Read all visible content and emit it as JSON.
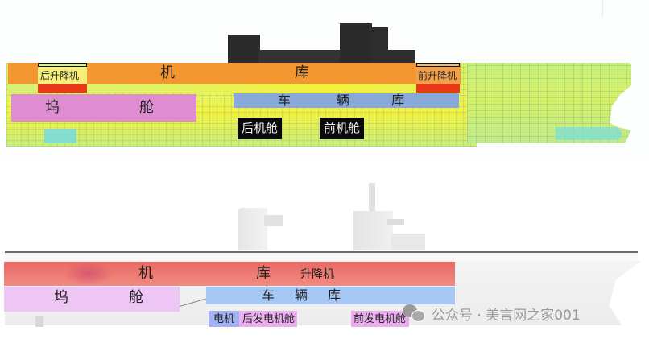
{
  "top_diagram": {
    "labels": {
      "aft_elevator": "后升降机",
      "hangar_left": "机",
      "hangar_right": "库",
      "forward_elevator": "前升降机",
      "well_deck_left": "坞",
      "well_deck_right": "舱",
      "vehicle_deck_1": "车",
      "vehicle_deck_2": "辆",
      "vehicle_deck_3": "库",
      "aft_engine_room": "后机舱",
      "forward_engine_room": "前机舱"
    },
    "colors": {
      "hangar": "#f3962f",
      "elevator_red": "#ea3818",
      "well_deck": "#de8ed0",
      "vehicle_deck": "#88a8d8",
      "engine_room_bg": "#0a0a0a",
      "island": "#2b2b2b"
    }
  },
  "bottom_diagram": {
    "labels": {
      "hangar_left": "机",
      "hangar_right": "库",
      "elevator": "升降机",
      "well_deck_left": "坞",
      "well_deck_right": "舱",
      "vehicle_deck_1": "车",
      "vehicle_deck_2": "辆",
      "vehicle_deck_3": "库",
      "generator": "电机",
      "aft_generator_room": "后发电机舱",
      "forward_generator_room": "前发电机舱"
    },
    "colors": {
      "hangar": "#ee7870",
      "well_deck": "#eec6f6",
      "vehicle_deck": "#a6c8f4",
      "generator_room": "#eab0ee",
      "generator": "#a2b2f2"
    }
  },
  "watermark": {
    "icon": "wechat-icon",
    "text": "公众号 · 美言网之家001"
  }
}
